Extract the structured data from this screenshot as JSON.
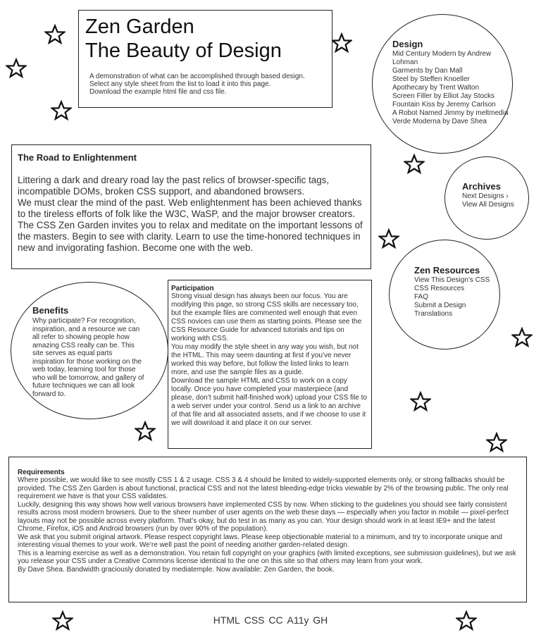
{
  "header": {
    "title": "Zen Garden",
    "subtitle": "The Beauty of Design",
    "desc": [
      "A demonstration of what can be accomplished through based design.",
      "Select any style sheet from the list to load it into this page.",
      "Download the example html file and css file."
    ]
  },
  "design": {
    "title": "Design",
    "items": [
      "Mid Century Modern by Andrew Lohman",
      "Garments by Dan Mall",
      "Steel by Steffen Knoeller",
      "Apothecary by Trent Walton",
      "Screen Filler by Elliot Jay Stocks",
      "Fountain Kiss by Jeremy Carlson",
      "A Robot Named Jimmy by meltmedia",
      "Verde Moderna by Dave Shea"
    ]
  },
  "road": {
    "title": "The Road to Enlightenment",
    "paragraphs": [
      "Littering a dark and dreary road lay the past relics of browser-specific tags, incompatible DOMs, broken CSS support, and abandoned browsers.",
      "We must clear the mind of the past. Web enlightenment has been achieved thanks to the tireless efforts of folk like the W3C, WaSP, and the major browser creators.",
      "The CSS Zen Garden invites you to relax and meditate on the important lessons of the masters. Begin to see with clarity. Learn to use the time-honored techniques in new and invigorating fashion. Become one with the web."
    ]
  },
  "archives": {
    "title": "Archives",
    "items": [
      "Next Designs ›",
      "View All Designs"
    ]
  },
  "resources": {
    "title": "Zen Resources",
    "items": [
      "View This Design’s CSS",
      "CSS Resources",
      "FAQ",
      "Submit a Design",
      "Translations"
    ]
  },
  "benefits": {
    "title": "Benefits",
    "text": "Why participate? For recognition, inspiration, and a resource we can all refer to showing people how amazing CSS really can be. This site serves as equal parts inspiration for those working on the web today, learning tool for those who will be tomorrow, and gallery of future techniques we can all look forward to."
  },
  "participation": {
    "title": "Participation",
    "paragraphs": [
      "Strong visual design has always been our focus. You are modifying this page, so strong CSS skills are necessary too, but the example files are commented well enough that even CSS novices can use them as starting points. Please see the CSS Resource Guide for advanced tutorials and tips on working with CSS.",
      "You may modify the style sheet in any way you wish, but not the HTML. This may seem daunting at first if you’ve never worked this way before, but follow the listed links to learn more, and use the sample files as a guide.",
      "Download the sample HTML and CSS to work on a copy locally. Once you have completed your masterpiece (and please, don’t submit half-finished work) upload your CSS file to a web server under your control. Send us a link to an archive of that file and all associated assets, and if we choose to use it we will download it and place it on our server."
    ]
  },
  "requirements": {
    "title": "Requirements",
    "paragraphs": [
      "Where possible, we would like to see mostly CSS 1 & 2 usage. CSS 3 & 4 should be limited to widely-supported elements only, or strong fallbacks should be provided. The CSS Zen Garden is about functional, practical CSS and not the latest bleeding-edge tricks viewable by 2% of the browsing public. The only real requirement we have is that your CSS validates.",
      "Luckily, designing this way shows how well various browsers have implemented CSS by now. When sticking to the guidelines you should see fairly consistent results across most modern browsers. Due to the sheer number of user agents on the web these days — especially when you factor in mobile — pixel-perfect layouts may not be possible across every platform. That’s okay, but do test in as many as you can. Your design should work in at least IE9+ and the latest Chrome, Firefox, iOS and Android browsers (run by over 90% of the population).",
      "We ask that you submit original artwork. Please respect copyright laws. Please keep objectionable material to a minimum, and try to incorporate unique and interesting visual themes to your work. We’re well past the point of needing another garden-related design.",
      "This is a learning exercise as well as a demonstration. You retain full copyright on your graphics (with limited exceptions, see submission guidelines), but we ask you release your CSS under a Creative Commons license identical to the one on this site so that others may learn from your work.",
      "By Dave Shea. Bandwidth graciously donated by mediatemple. Now available: Zen Garden, the book."
    ]
  },
  "footer": {
    "links": [
      "HTML",
      "CSS",
      "CC",
      "A11y",
      "GH"
    ]
  },
  "icons": {
    "decoration": "star-icon"
  }
}
